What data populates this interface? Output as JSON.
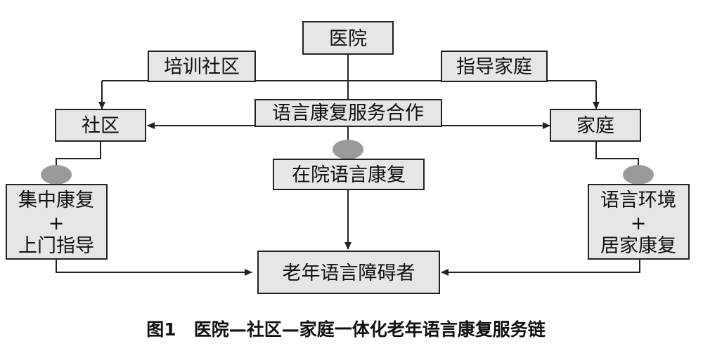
{
  "nodes": {
    "hospital": "医院",
    "train_community": "培训社区",
    "guide_family": "指导家庭",
    "cooperation": "语言康复服务合作",
    "community": "社区",
    "family": "家庭",
    "inhospital": "在院语言康复",
    "left_combo": {
      "line1": "集中康复",
      "plus": "+",
      "line2": "上门指导"
    },
    "right_combo": {
      "line1": "语言环境",
      "plus": "+",
      "line2": "居家康复"
    },
    "target": "老年语言障碍者"
  },
  "caption": "图1　医院—社区—家庭一体化老年语言康复服务链",
  "colors": {
    "box_fill": "#e6e6e6",
    "ellipse_fill": "#9a9a9a",
    "line": "#222222"
  }
}
